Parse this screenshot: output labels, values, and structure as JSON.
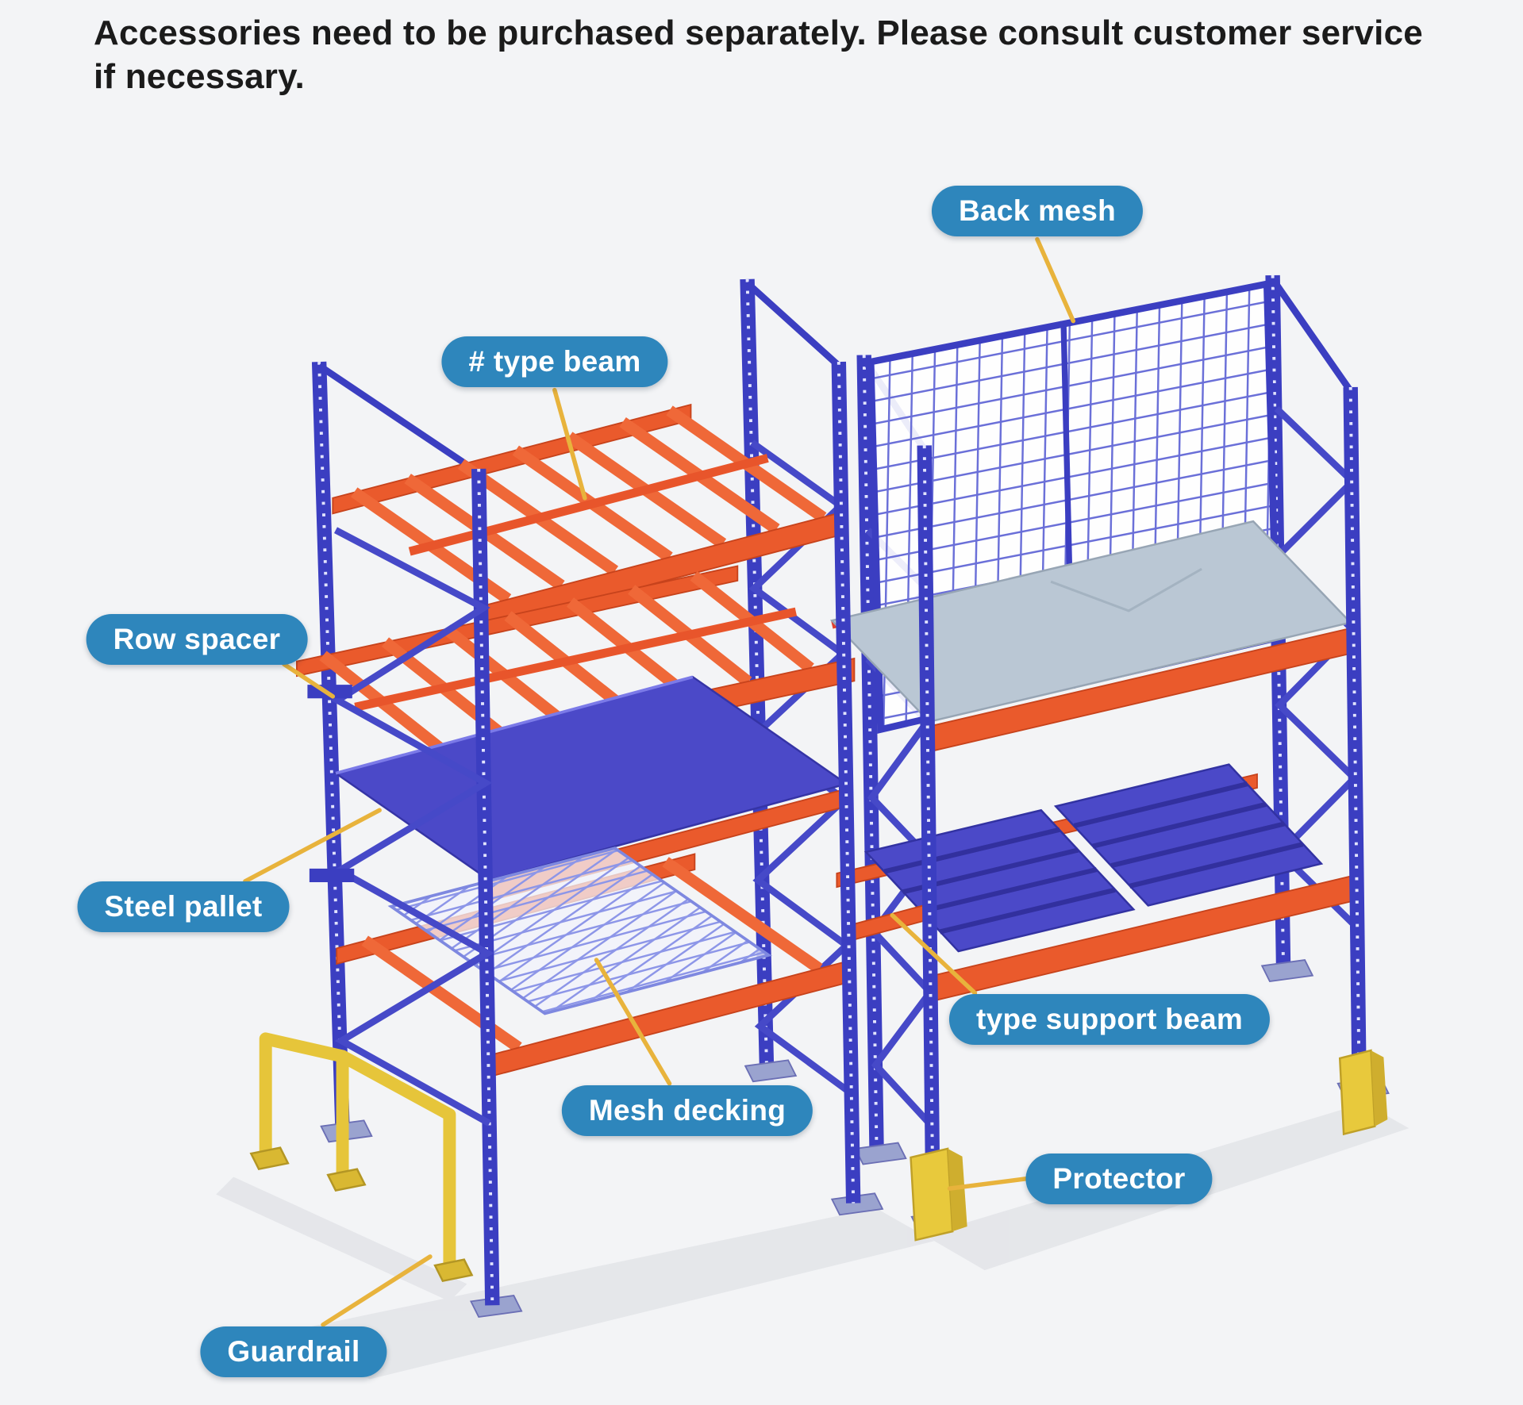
{
  "page": {
    "note": "Accessories need to be purchased separately. Please consult customer service if necessary."
  },
  "labels": [
    {
      "id": "back-mesh",
      "text": "Back mesh"
    },
    {
      "id": "type-beam",
      "text": "# type beam"
    },
    {
      "id": "row-spacer",
      "text": "Row spacer"
    },
    {
      "id": "steel-pallet",
      "text": "Steel pallet"
    },
    {
      "id": "mesh-decking",
      "text": "Mesh decking"
    },
    {
      "id": "support-beam",
      "text": "type support beam"
    },
    {
      "id": "protector",
      "text": "Protector"
    },
    {
      "id": "guardrail",
      "text": "Guardrail"
    }
  ],
  "colors": {
    "label_bg": "#2e86bc",
    "label_text": "#ffffff",
    "leader_line": "#e8b33c",
    "upright_blue": "#3b3ec1",
    "beam_orange": "#ea5a2c",
    "guard_yellow": "#e6c53a",
    "pallet_gray": "#bac7d4",
    "pallet_blue": "#4b49c8",
    "background": "#f3f4f6"
  }
}
